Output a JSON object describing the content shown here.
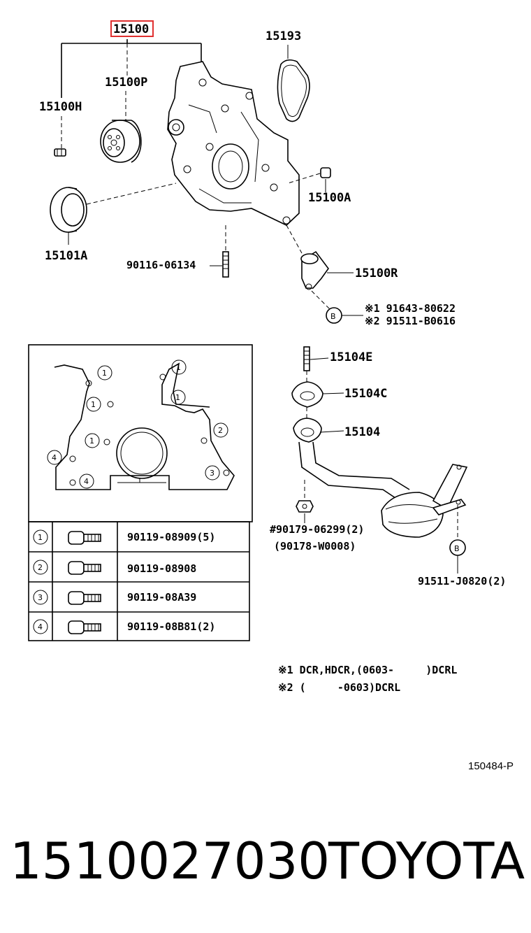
{
  "labels": {
    "assy": "15100",
    "seal_o_ring": "15193",
    "plug": "15100P",
    "bolt_h": "15100H",
    "plug_a": "15100A",
    "oil_seal": "15101A",
    "stud": "90116-06134",
    "relief": "15100R",
    "note_b1": "※1 91643-80622",
    "note_b2": "※2 91511-B0616",
    "stud_e": "15104E",
    "gasket": "15104C",
    "strainer": "15104",
    "nut": "#90179-06299(2)",
    "nut_alt": "(90178-W0008)",
    "bolt_b": "91511-J0820(2)",
    "b_marker": "B"
  },
  "bolt_table": [
    {
      "num": "1",
      "part": "90119-08909(5)"
    },
    {
      "num": "2",
      "part": "90119-08908"
    },
    {
      "num": "3",
      "part": "90119-08A39"
    },
    {
      "num": "4",
      "part": "90119-08B81(2)"
    }
  ],
  "inset_markers": [
    "1",
    "1",
    "1",
    "1",
    "1",
    "2",
    "3",
    "4",
    "4"
  ],
  "footnotes": {
    "n1": "※1 DCR,HDCR,(0603-     )DCRL",
    "n2": "※2 (     -0603)DCRL"
  },
  "ref_code": "150484-P",
  "part_number": "1510027030",
  "brand": "TOYOTA",
  "highlight_color": "#e03030"
}
